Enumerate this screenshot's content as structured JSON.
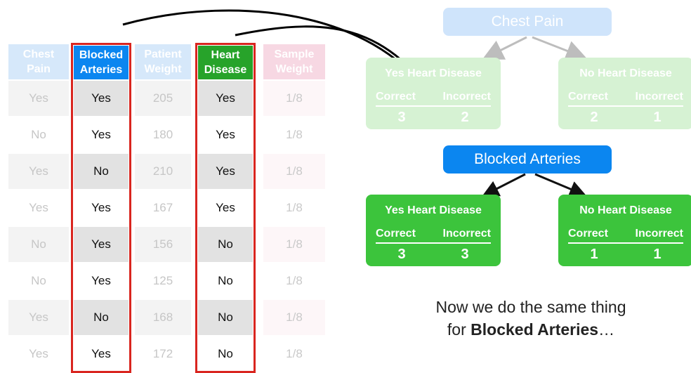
{
  "table": {
    "columns": [
      {
        "key": "chest_pain",
        "label": "Chest\nPain",
        "header_color": "#d6e8fa",
        "state": "faded"
      },
      {
        "key": "blocked_arteries",
        "label": "Blocked\nArteries",
        "header_color": "#0b86f0",
        "state": "highlighted"
      },
      {
        "key": "patient_weight",
        "label": "Patient\nWeight",
        "header_color": "#d6e8fa",
        "state": "faded"
      },
      {
        "key": "heart_disease",
        "label": "Heart\nDisease",
        "header_color": "#27a32a",
        "state": "highlighted"
      },
      {
        "key": "sample_weight",
        "label": "Sample\nWeight",
        "header_color": "#f7d8e3",
        "state": "faded"
      }
    ],
    "rows": [
      [
        "Yes",
        "Yes",
        "205",
        "Yes",
        "1/8"
      ],
      [
        "No",
        "Yes",
        "180",
        "Yes",
        "1/8"
      ],
      [
        "Yes",
        "No",
        "210",
        "Yes",
        "1/8"
      ],
      [
        "Yes",
        "Yes",
        "167",
        "Yes",
        "1/8"
      ],
      [
        "No",
        "Yes",
        "156",
        "No",
        "1/8"
      ],
      [
        "No",
        "Yes",
        "125",
        "No",
        "1/8"
      ],
      [
        "Yes",
        "No",
        "168",
        "No",
        "1/8"
      ],
      [
        "Yes",
        "Yes",
        "172",
        "No",
        "1/8"
      ]
    ],
    "highlight_border_color": "#d9251f"
  },
  "tree_faded": {
    "root": "Chest Pain",
    "left": {
      "title": "Yes Heart Disease",
      "correct_label": "Correct",
      "incorrect_label": "Incorrect",
      "correct": "3",
      "incorrect": "2"
    },
    "right": {
      "title": "No Heart Disease",
      "correct_label": "Correct",
      "incorrect_label": "Incorrect",
      "correct": "2",
      "incorrect": "1"
    }
  },
  "tree_active": {
    "root": "Blocked Arteries",
    "left": {
      "title": "Yes Heart Disease",
      "correct_label": "Correct",
      "incorrect_label": "Incorrect",
      "correct": "3",
      "incorrect": "3"
    },
    "right": {
      "title": "No Heart Disease",
      "correct_label": "Correct",
      "incorrect_label": "Incorrect",
      "correct": "1",
      "incorrect": "1"
    }
  },
  "caption": {
    "line1": "Now we do the same thing",
    "line2_prefix": "for ",
    "line2_bold": "Blocked Arteries",
    "line2_suffix": "…"
  },
  "colors": {
    "root_blue": "#0b86f0",
    "root_blue_faded": "#cfe4fb",
    "leaf_green": "#3cc43c",
    "leaf_green_faded": "#d6f2d3"
  }
}
